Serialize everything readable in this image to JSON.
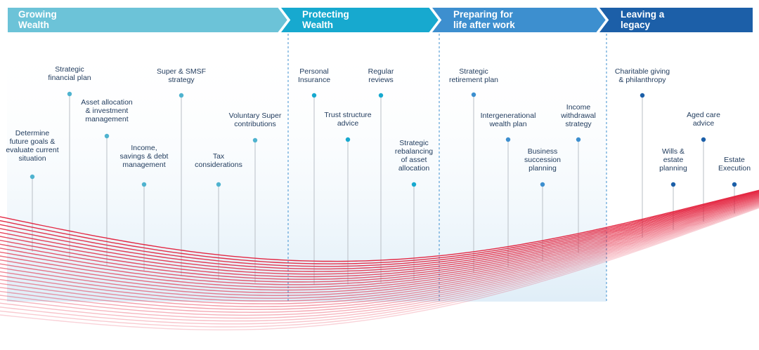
{
  "phases": [
    {
      "id": "growing",
      "color": "#6cc3d8",
      "dot": "#4fb3cf",
      "title_lines": [
        "Growing",
        "Wealth"
      ]
    },
    {
      "id": "protecting",
      "color": "#17a9cf",
      "dot": "#17a9cf",
      "title_lines": [
        "Protecting",
        "Wealth"
      ]
    },
    {
      "id": "preparing",
      "color": "#3d8fcf",
      "dot": "#3d8fcf",
      "title_lines": [
        "Preparing for",
        "life after work"
      ]
    },
    {
      "id": "legacy",
      "color": "#1c5fa8",
      "dot": "#1c5fa8",
      "title_lines": [
        "Leaving a",
        "legacy"
      ]
    }
  ],
  "milestones": [
    {
      "phase": "growing",
      "lines": [
        "Determine",
        "future goals &",
        "evaluate current",
        "situation"
      ]
    },
    {
      "phase": "growing",
      "lines": [
        "Strategic",
        "financial plan"
      ]
    },
    {
      "phase": "growing",
      "lines": [
        "Asset allocation",
        "& investment",
        "management"
      ]
    },
    {
      "phase": "growing",
      "lines": [
        "Income,",
        "savings & debt",
        "management"
      ]
    },
    {
      "phase": "growing",
      "lines": [
        "Super & SMSF",
        "strategy"
      ]
    },
    {
      "phase": "growing",
      "lines": [
        "Tax",
        "considerations"
      ]
    },
    {
      "phase": "growing",
      "lines": [
        "Voluntary Super",
        "contributions"
      ]
    },
    {
      "phase": "protecting",
      "lines": [
        "Personal",
        "Insurance"
      ]
    },
    {
      "phase": "protecting",
      "lines": [
        "Trust structure",
        "advice"
      ]
    },
    {
      "phase": "protecting",
      "lines": [
        "Regular",
        "reviews"
      ]
    },
    {
      "phase": "protecting",
      "lines": [
        "Strategic",
        "rebalancing",
        "of asset",
        "allocation"
      ]
    },
    {
      "phase": "preparing",
      "lines": [
        "Strategic",
        "retirement plan"
      ]
    },
    {
      "phase": "preparing",
      "lines": [
        "Intergenerational",
        "wealth plan"
      ]
    },
    {
      "phase": "preparing",
      "lines": [
        "Business",
        "succession",
        "planning"
      ]
    },
    {
      "phase": "preparing",
      "lines": [
        "Income",
        "withdrawal",
        "strategy"
      ]
    },
    {
      "phase": "legacy",
      "lines": [
        "Charitable giving",
        "& philanthropy"
      ]
    },
    {
      "phase": "legacy",
      "lines": [
        "Wills &",
        "estate",
        "planning"
      ]
    },
    {
      "phase": "legacy",
      "lines": [
        "Aged care",
        "advice"
      ]
    },
    {
      "phase": "legacy",
      "lines": [
        "Estate",
        "Execution"
      ]
    }
  ],
  "colors": {
    "label_text": "#1f3a5c",
    "divider": "#3d8fcf",
    "stem": "#b9bfc6",
    "wave_red": "#e31e3a",
    "band_fill": "#eaf4fb"
  }
}
